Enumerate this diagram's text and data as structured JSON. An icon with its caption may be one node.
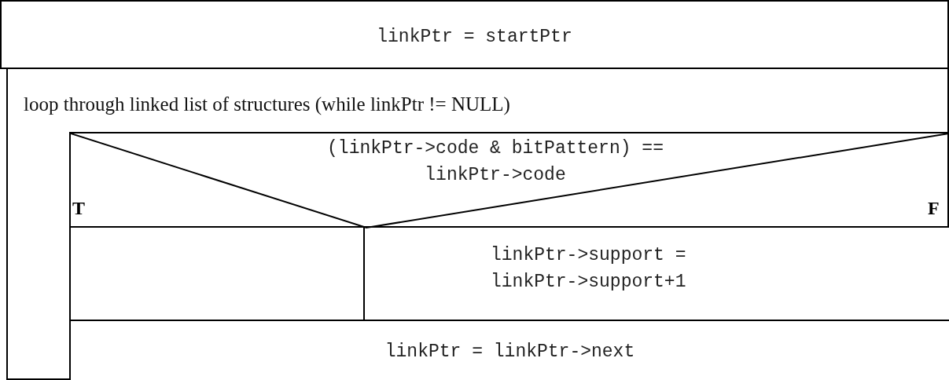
{
  "diagram": {
    "nodes": [
      {
        "text": [
          "linkPtr = startPtr"
        ]
      },
      {
        "text": [
          "loop through linked list of structures (while linkPtr != NULL)"
        ]
      },
      {
        "text": [
          "(linkPtr->code & bitPattern) == linkPtr->code"
        ],
        "in": 1
      },
      {
        "text": [],
        "shape": "box",
        "in": 1
      },
      {
        "text": [
          "linkPtr->support = linkPtr->support+1"
        ],
        "in": 1
      },
      {
        "text": [
          "linkPtr = linkPtr->next"
        ],
        "in": 1
      }
    ],
    "edges": [],
    "labels": [
      "T",
      "F"
    ]
  }
}
